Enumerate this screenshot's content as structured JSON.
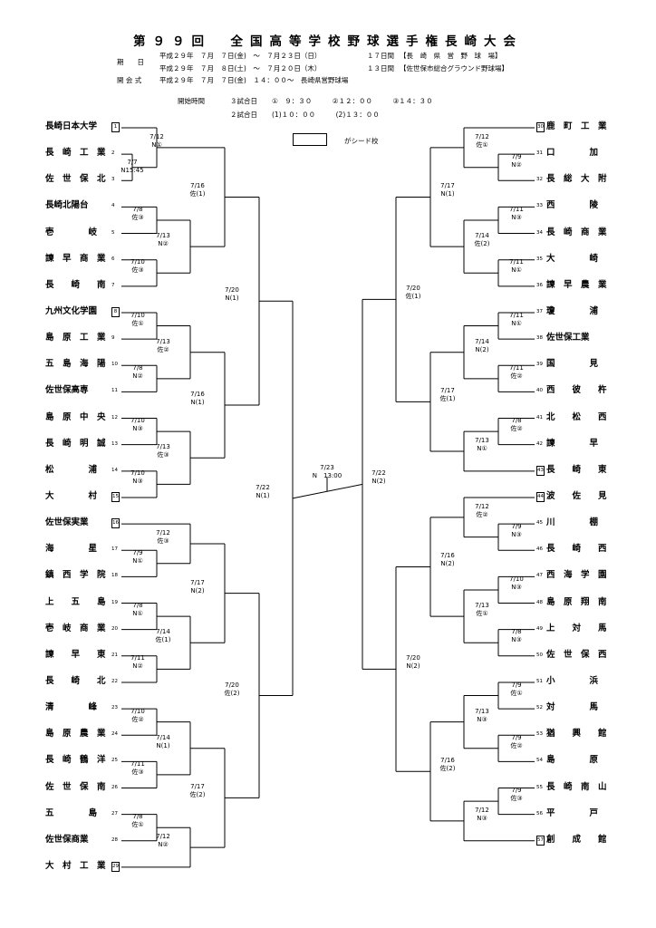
{
  "title": "第９９回　全国高等学校野球選手権長崎大会",
  "header": {
    "period_label": "期　　日",
    "period_line1": "平成２９年　７月　７日(金)　～　７月２３日（日）",
    "period_line2": "平成２９年　７月　８日(土)　～　７月２０日（木）",
    "days_1": "１７日間",
    "venue_1": "【長　崎　県　営　野　球　場】",
    "days_2": "１３日間",
    "venue_2": "【佐世保市総合グラウンド野球場】",
    "opening_label": "開 会 式",
    "opening_text": "平成２９年　７月　７日(金)　１４：００～　長崎県営野球場",
    "start_label": "開始時間",
    "three_games": "３試合日",
    "three_times": "①　９：３０　　　②１２：００　　　③１４：３０",
    "two_games": "２試合日",
    "two_times": "(1)１０：００　　　(2)１３：００",
    "legend": "がシード校"
  },
  "left_teams": [
    {
      "name": "長崎日本大学",
      "no": "1",
      "seed": true
    },
    {
      "name": "長　崎　工　業",
      "no": "2",
      "seed": false
    },
    {
      "name": "佐　世　保　北",
      "no": "3",
      "seed": false
    },
    {
      "name": "長崎北陽台",
      "no": "4",
      "seed": false
    },
    {
      "name": "壱　　　　岐",
      "no": "5",
      "seed": false
    },
    {
      "name": "諫　早　商　業",
      "no": "6",
      "seed": false
    },
    {
      "name": "長　　崎　　南",
      "no": "7",
      "seed": false
    },
    {
      "name": "九州文化学園",
      "no": "8",
      "seed": true
    },
    {
      "name": "島　原　工　業",
      "no": "9",
      "seed": false
    },
    {
      "name": "五　島　海　陽",
      "no": "10",
      "seed": false
    },
    {
      "name": "佐世保高専",
      "no": "11",
      "seed": false
    },
    {
      "name": "島　原　中　央",
      "no": "12",
      "seed": false
    },
    {
      "name": "長　崎　明　誠",
      "no": "13",
      "seed": false
    },
    {
      "name": "松　　　　浦",
      "no": "14",
      "seed": false
    },
    {
      "name": "大　　　　村",
      "no": "15",
      "seed": true
    },
    {
      "name": "佐世保実業",
      "no": "16",
      "seed": true
    },
    {
      "name": "海　　　　星",
      "no": "17",
      "seed": false
    },
    {
      "name": "鎮　西　学　院",
      "no": "18",
      "seed": false
    },
    {
      "name": "上　　五　　島",
      "no": "19",
      "seed": false
    },
    {
      "name": "壱　岐　商　業",
      "no": "20",
      "seed": false
    },
    {
      "name": "諫　　早　　東",
      "no": "21",
      "seed": false
    },
    {
      "name": "長　　崎　　北",
      "no": "22",
      "seed": false
    },
    {
      "name": "清　　　　峰",
      "no": "23",
      "seed": false
    },
    {
      "name": "島　原　農　業",
      "no": "24",
      "seed": false
    },
    {
      "name": "長　崎　鶴　洋",
      "no": "25",
      "seed": false
    },
    {
      "name": "佐　世　保　南",
      "no": "26",
      "seed": false
    },
    {
      "name": "五　　　　島",
      "no": "27",
      "seed": false
    },
    {
      "name": "佐世保商業",
      "no": "28",
      "seed": false
    },
    {
      "name": "大　村　工　業",
      "no": "29",
      "seed": true
    }
  ],
  "right_teams": [
    {
      "name": "鹿　町　工　業",
      "no": "30",
      "seed": true
    },
    {
      "name": "口　　　　加",
      "no": "31",
      "seed": false
    },
    {
      "name": "長　総　大　附",
      "no": "32",
      "seed": false
    },
    {
      "name": "西　　　　陵",
      "no": "33",
      "seed": false
    },
    {
      "name": "長　崎　商　業",
      "no": "34",
      "seed": false
    },
    {
      "name": "大　　　　崎",
      "no": "35",
      "seed": false
    },
    {
      "name": "諫　早　農　業",
      "no": "36",
      "seed": false
    },
    {
      "name": "瓊　　　　浦",
      "no": "37",
      "seed": false
    },
    {
      "name": "佐世保工業",
      "no": "38",
      "seed": false
    },
    {
      "name": "国　　　　見",
      "no": "39",
      "seed": false
    },
    {
      "name": "西　　彼　　杵",
      "no": "40",
      "seed": false
    },
    {
      "name": "北　　松　　西",
      "no": "41",
      "seed": false
    },
    {
      "name": "諫　　　　早",
      "no": "42",
      "seed": false
    },
    {
      "name": "長　　崎　　東",
      "no": "43",
      "seed": true
    },
    {
      "name": "波　　佐　　見",
      "no": "44",
      "seed": true
    },
    {
      "name": "川　　　　棚",
      "no": "45",
      "seed": false
    },
    {
      "name": "長　　崎　　西",
      "no": "46",
      "seed": false
    },
    {
      "name": "西　海　学　園",
      "no": "47",
      "seed": false
    },
    {
      "name": "島　原　翔　南",
      "no": "48",
      "seed": false
    },
    {
      "name": "上　　対　　馬",
      "no": "49",
      "seed": false
    },
    {
      "name": "佐　世　保　西",
      "no": "50",
      "seed": false
    },
    {
      "name": "小　　　　浜",
      "no": "51",
      "seed": false
    },
    {
      "name": "対　　　　馬",
      "no": "52",
      "seed": false
    },
    {
      "name": "猶　　興　　館",
      "no": "53",
      "seed": false
    },
    {
      "name": "島　　　　原",
      "no": "54",
      "seed": false
    },
    {
      "name": "長　崎　南　山",
      "no": "55",
      "seed": false
    },
    {
      "name": "平　　　　戸",
      "no": "56",
      "seed": false
    },
    {
      "name": "創　　成　　館",
      "no": "57",
      "seed": true
    }
  ],
  "match_labels": {
    "L2_3": [
      "7/7",
      "N15:45"
    ],
    "L1_23": [
      "7/12",
      "N①"
    ],
    "L4_5": [
      "7/8",
      "佐③"
    ],
    "L6_7": [
      "7/10",
      "佐③"
    ],
    "L4_7": [
      "7/13",
      "N②"
    ],
    "L1_7": [
      "7/16",
      "佐(1)"
    ],
    "L8_9": [
      "7/10",
      "佐①"
    ],
    "L10_11": [
      "7/8",
      "N②"
    ],
    "L8_11": [
      "7/13",
      "佐②"
    ],
    "L12_13": [
      "7/10",
      "N③"
    ],
    "L14_15": [
      "7/10",
      "N③"
    ],
    "L12_15": [
      "7/13",
      "佐③"
    ],
    "L8_15": [
      "7/16",
      "N(1)"
    ],
    "L1_15": [
      "7/20",
      "N(1)"
    ],
    "L17_18": [
      "7/9",
      "N①"
    ],
    "L16_18": [
      "7/12",
      "佐③"
    ],
    "L19_20": [
      "7/8",
      "N①"
    ],
    "L21_22": [
      "7/11",
      "N②"
    ],
    "L19_22": [
      "7/14",
      "佐(1)"
    ],
    "L16_22": [
      "7/17",
      "N(2)"
    ],
    "L23_24": [
      "7/10",
      "佐②"
    ],
    "L25_26": [
      "7/11",
      "佐③"
    ],
    "L23_26": [
      "7/14",
      "N(1)"
    ],
    "L27_28": [
      "7/8",
      "佐①"
    ],
    "L27_29": [
      "7/12",
      "N②"
    ],
    "L23_29": [
      "7/17",
      "佐(2)"
    ],
    "L16_29": [
      "7/20",
      "佐(2)"
    ],
    "L_semi": [
      "7/22",
      "N(1)"
    ],
    "final": [
      "7/23",
      "N　13:00"
    ],
    "R31_32": [
      "7/9",
      "N②"
    ],
    "R30_32": [
      "7/12",
      "佐①"
    ],
    "R33_34": [
      "7/11",
      "N③"
    ],
    "R35_36": [
      "7/11",
      "N①"
    ],
    "R33_36": [
      "7/14",
      "佐(2)"
    ],
    "R30_36": [
      "7/17",
      "N(1)"
    ],
    "R37_38": [
      "7/11",
      "N①"
    ],
    "R39_40": [
      "7/11",
      "佐②"
    ],
    "R37_40": [
      "7/14",
      "N(2)"
    ],
    "R41_42": [
      "7/8",
      "佐②"
    ],
    "R41_43": [
      "7/13",
      "N①"
    ],
    "R37_43": [
      "7/17",
      "佐(1)"
    ],
    "R30_43": [
      "7/20",
      "佐(1)"
    ],
    "R45_46": [
      "7/9",
      "N③"
    ],
    "R44_46": [
      "7/12",
      "佐②"
    ],
    "R47_48": [
      "7/10",
      "N③"
    ],
    "R49_50": [
      "7/8",
      "N③"
    ],
    "R47_50": [
      "7/13",
      "佐①"
    ],
    "R44_50": [
      "7/16",
      "N(2)"
    ],
    "R51_52": [
      "7/9",
      "佐①"
    ],
    "R53_54": [
      "7/9",
      "佐②"
    ],
    "R51_54": [
      "7/13",
      "N③"
    ],
    "R55_56": [
      "7/9",
      "佐③"
    ],
    "R55_57": [
      "7/12",
      "N③"
    ],
    "R51_57": [
      "7/16",
      "佐(2)"
    ],
    "R44_57": [
      "7/20",
      "N(2)"
    ],
    "R_semi": [
      "7/22",
      "N(2)"
    ]
  }
}
